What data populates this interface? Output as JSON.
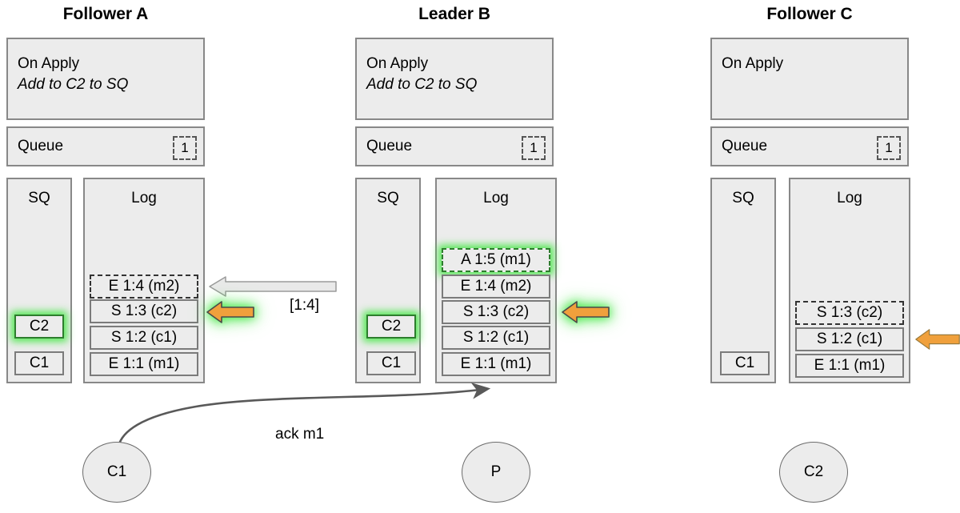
{
  "diagram": {
    "nodes": [
      {
        "id": "follower-a",
        "title": "Follower A",
        "on_apply": {
          "heading": "On Apply",
          "action": "Add to C2 to SQ"
        },
        "queue": {
          "label": "Queue",
          "count": "1"
        },
        "sq": {
          "title": "SQ",
          "entries": [
            {
              "text": "C2",
              "highlight": true,
              "dashed": false
            },
            {
              "text": "C1",
              "highlight": false,
              "dashed": false
            }
          ]
        },
        "log": {
          "title": "Log",
          "entries": [
            {
              "text": "E 1:4 (m2)",
              "highlight": false,
              "dashed": true
            },
            {
              "text": "S 1:3 (c2)",
              "highlight": false,
              "dashed": false
            },
            {
              "text": "S 1:2 (c1)",
              "highlight": false,
              "dashed": false
            },
            {
              "text": "E 1:1 (m1)",
              "highlight": false,
              "dashed": false
            }
          ]
        }
      },
      {
        "id": "leader-b",
        "title": "Leader B",
        "on_apply": {
          "heading": "On Apply",
          "action": "Add to C2 to SQ"
        },
        "queue": {
          "label": "Queue",
          "count": "1"
        },
        "sq": {
          "title": "SQ",
          "entries": [
            {
              "text": "C2",
              "highlight": true,
              "dashed": false
            },
            {
              "text": "C1",
              "highlight": false,
              "dashed": false
            }
          ]
        },
        "log": {
          "title": "Log",
          "entries": [
            {
              "text": "A 1:5 (m1)",
              "highlight": true,
              "dashed": true
            },
            {
              "text": "E 1:4 (m2)",
              "highlight": false,
              "dashed": false
            },
            {
              "text": "S 1:3 (c2)",
              "highlight": false,
              "dashed": false
            },
            {
              "text": "S 1:2 (c1)",
              "highlight": false,
              "dashed": false
            },
            {
              "text": "E 1:1 (m1)",
              "highlight": false,
              "dashed": false
            }
          ]
        }
      },
      {
        "id": "follower-c",
        "title": "Follower C",
        "on_apply": {
          "heading": "On Apply",
          "action": ""
        },
        "queue": {
          "label": "Queue",
          "count": "1"
        },
        "sq": {
          "title": "SQ",
          "entries": [
            {
              "text": "C1",
              "highlight": false,
              "dashed": false
            }
          ]
        },
        "log": {
          "title": "Log",
          "entries": [
            {
              "text": "S 1:3 (c2)",
              "highlight": false,
              "dashed": true
            },
            {
              "text": "S 1:2 (c1)",
              "highlight": false,
              "dashed": false
            },
            {
              "text": "E 1:1 (m1)",
              "highlight": false,
              "dashed": false
            }
          ]
        }
      }
    ],
    "arrows": {
      "replication_arrow_label": "[1:4]",
      "commit_cursor_a": "commit-cursor-arrow-a",
      "commit_cursor_b": "commit-cursor-arrow-b",
      "commit_cursor_c": "commit-cursor-arrow-c",
      "ack_label": "ack m1"
    },
    "clients": [
      {
        "id": "client-c1",
        "label": "C1"
      },
      {
        "id": "producer-p",
        "label": "P"
      },
      {
        "id": "client-c2",
        "label": "C2"
      }
    ],
    "colors": {
      "panel_fill": "#ececec",
      "panel_border": "#888888",
      "highlight_green": "#3ce63c",
      "cursor_orange": "#f0a03c",
      "replication_arrow": "#e8e8e8"
    }
  }
}
